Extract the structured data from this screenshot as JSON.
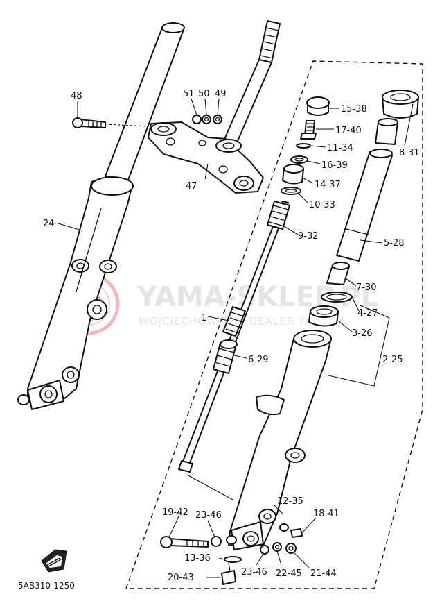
{
  "diagram_code": "5AB310-1250",
  "watermark": {
    "main": "YAMA-SKLEP.PL",
    "sub": "WOJCIECHOWICZ | DEALER YAMAHA"
  },
  "colors": {
    "line": "#111111",
    "watermark_text": "#e4e4e4",
    "watermark_logo": "#f0b8b8"
  },
  "callouts": {
    "c48": "48",
    "c51": "51",
    "c50": "50",
    "c49": "49",
    "c47": "47",
    "c24": "24",
    "c15": "15-38",
    "c17": "17-40",
    "c11": "11-34",
    "c16": "16-39",
    "c14": "14-37",
    "c10": "10-33",
    "c8": "8-31",
    "c9": "9-32",
    "c5": "5-28",
    "c7": "7-30",
    "c4": "4-27",
    "c3": "3-26",
    "c2": "2-25",
    "c1": "1",
    "c6": "6-29",
    "c12": "12-35",
    "c19": "19-42",
    "c23a": "23-46",
    "c18": "18-41",
    "c13": "13-36",
    "c20": "20-43",
    "c23b": "23-46",
    "c22": "22-45",
    "c21": "21-44"
  }
}
